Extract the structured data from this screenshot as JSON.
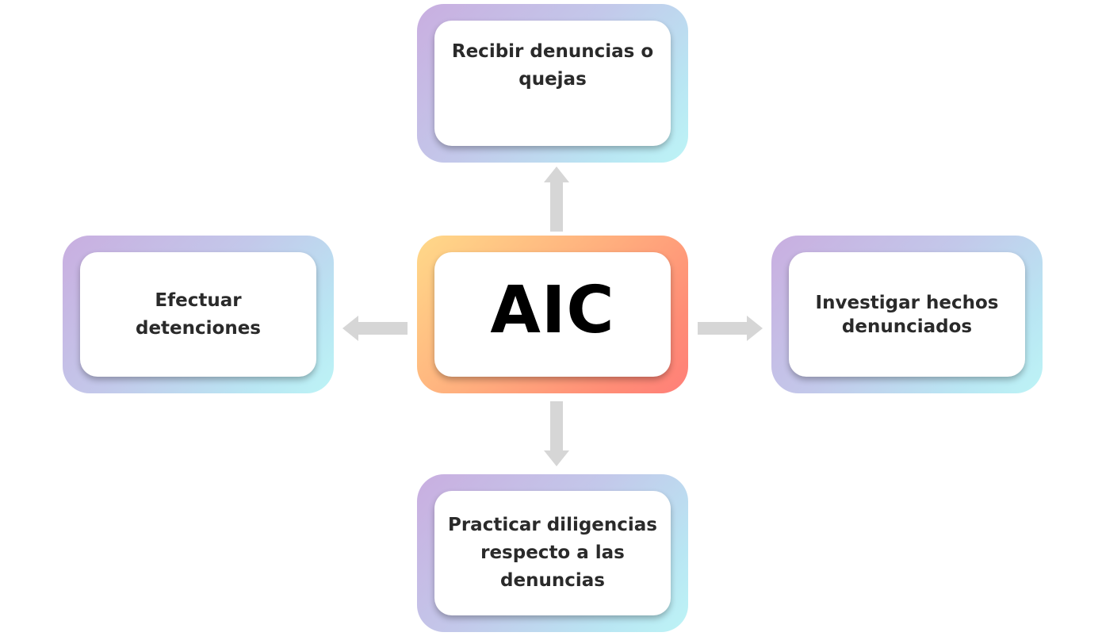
{
  "diagram": {
    "center": {
      "label": "AIC"
    },
    "nodes": {
      "top": {
        "label": "Recibir denuncias o\nquejas"
      },
      "left": {
        "label": "Efectuar\ndetenciones"
      },
      "right": {
        "label": "Investigar hechos\ndenunciados"
      },
      "bottom": {
        "label": "Practicar diligencias\nrespecto a las\ndenuncias"
      }
    },
    "arrows": [
      {
        "from": "AIC",
        "to": "Recibir denuncias o quejas",
        "direction": "up"
      },
      {
        "from": "AIC",
        "to": "Efectuar detenciones",
        "direction": "left"
      },
      {
        "from": "AIC",
        "to": "Investigar hechos denunciados",
        "direction": "right"
      },
      {
        "from": "AIC",
        "to": "Practicar diligencias respecto a las denuncias",
        "direction": "down"
      }
    ],
    "colors": {
      "node_gradient": [
        "#c9aee0",
        "#c3c8ea",
        "#b9e6f3",
        "#bdf4f6"
      ],
      "center_gradient": [
        "#ffd989",
        "#ffb07e",
        "#ff8d76",
        "#ff7f78"
      ],
      "arrow": "#d6d6d6",
      "text": "#2a2a2a"
    }
  }
}
